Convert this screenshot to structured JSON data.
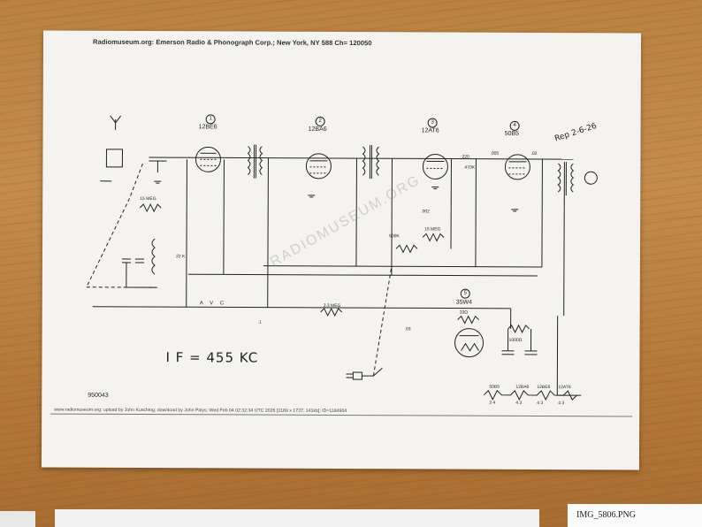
{
  "document": {
    "header": "Radiomuseum.org: Emerson Radio & Phonograph Corp.; New York, NY 588 Ch= 120050",
    "footer": "www.radiomuseum.org: upload by John Kusching; download by John Palys; Wed Feb 04 02:32:34 UTC 2026 [3189 x 1737, 141kb]; ID=1184904",
    "doc_number": "950043",
    "if_note": "I F = 455 KC",
    "watermark": "RADIOMUSEUM.ORG",
    "avc_label": "A V C",
    "tubes": [
      {
        "num": "1",
        "name": "12BE6"
      },
      {
        "num": "2",
        "name": "12BA6"
      },
      {
        "num": "3",
        "name": "12AT6"
      },
      {
        "num": "4",
        "name": "50B5"
      },
      {
        "num": "5",
        "name": "35W4"
      }
    ],
    "component_labels": {
      "r_15meg": "15 MEG",
      "r_3_3meg": "3.3 MEG",
      "r_500k": "500K",
      "r_15meg_b": "15 MEG",
      "c_002": ".002",
      "c_005": ".005",
      "c_02": ".02",
      "c_03": ".03",
      "r_1000": "1000Ω",
      "r_22k": "22 K",
      "r_470k": "470K",
      "c_220": "220",
      "r_33": "33Ω",
      "avc_c": ".1"
    },
    "heater_labels": [
      "50B5",
      "12BA6",
      "12BE6",
      "12AT6"
    ],
    "heater_pins": [
      "3 4",
      "4 3",
      "4 3",
      "4 3"
    ],
    "handwritten_note": "Rep 2-6-26"
  },
  "file_label": "IMG_5806.PNG"
}
